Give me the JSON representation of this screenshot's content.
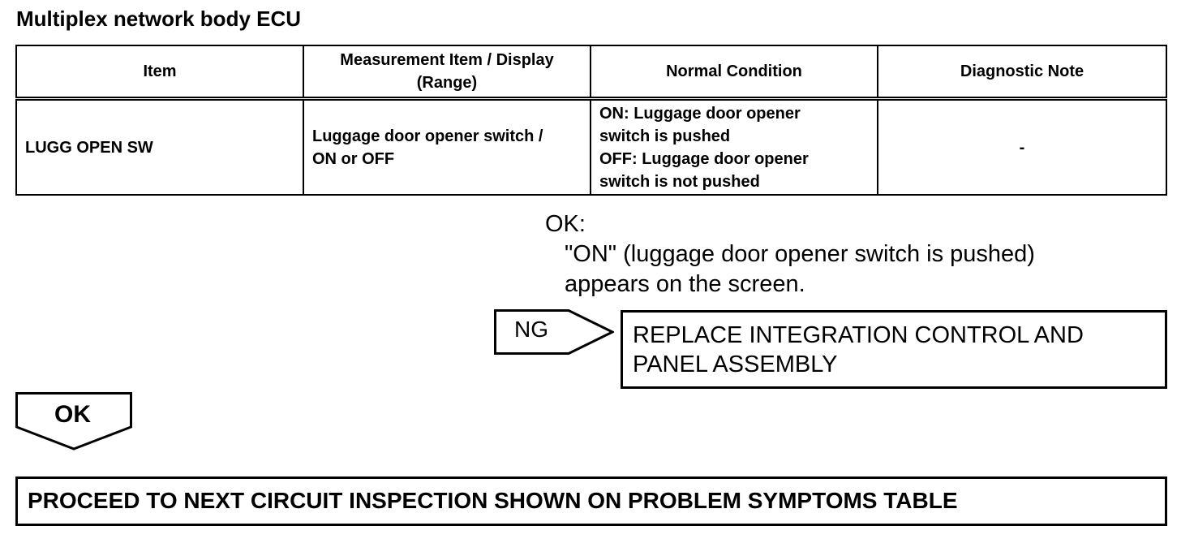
{
  "title": "Multiplex network body ECU",
  "table": {
    "headers": [
      "Item",
      "Measurement Item / Display",
      "(Range)",
      "Normal Condition",
      "Diagnostic Note"
    ],
    "row": {
      "item": "LUGG OPEN SW",
      "measurement_line1": "Luggage door opener switch /",
      "measurement_line2": "ON or OFF",
      "normal_line1": "ON: Luggage door opener",
      "normal_line2": "switch is pushed",
      "normal_line3": "OFF: Luggage door opener",
      "normal_line4": "switch is not pushed",
      "diagnostic_note": "-"
    }
  },
  "ok_result": {
    "label": "OK:",
    "line1": "\"ON\" (luggage door opener switch is pushed)",
    "line2": "appears on the screen."
  },
  "ng_branch": {
    "label": "NG",
    "action_line1": "REPLACE INTEGRATION CONTROL AND",
    "action_line2": "PANEL ASSEMBLY"
  },
  "ok_branch": {
    "label": "OK",
    "action": "PROCEED TO NEXT CIRCUIT INSPECTION SHOWN ON PROBLEM SYMPTOMS TABLE"
  }
}
